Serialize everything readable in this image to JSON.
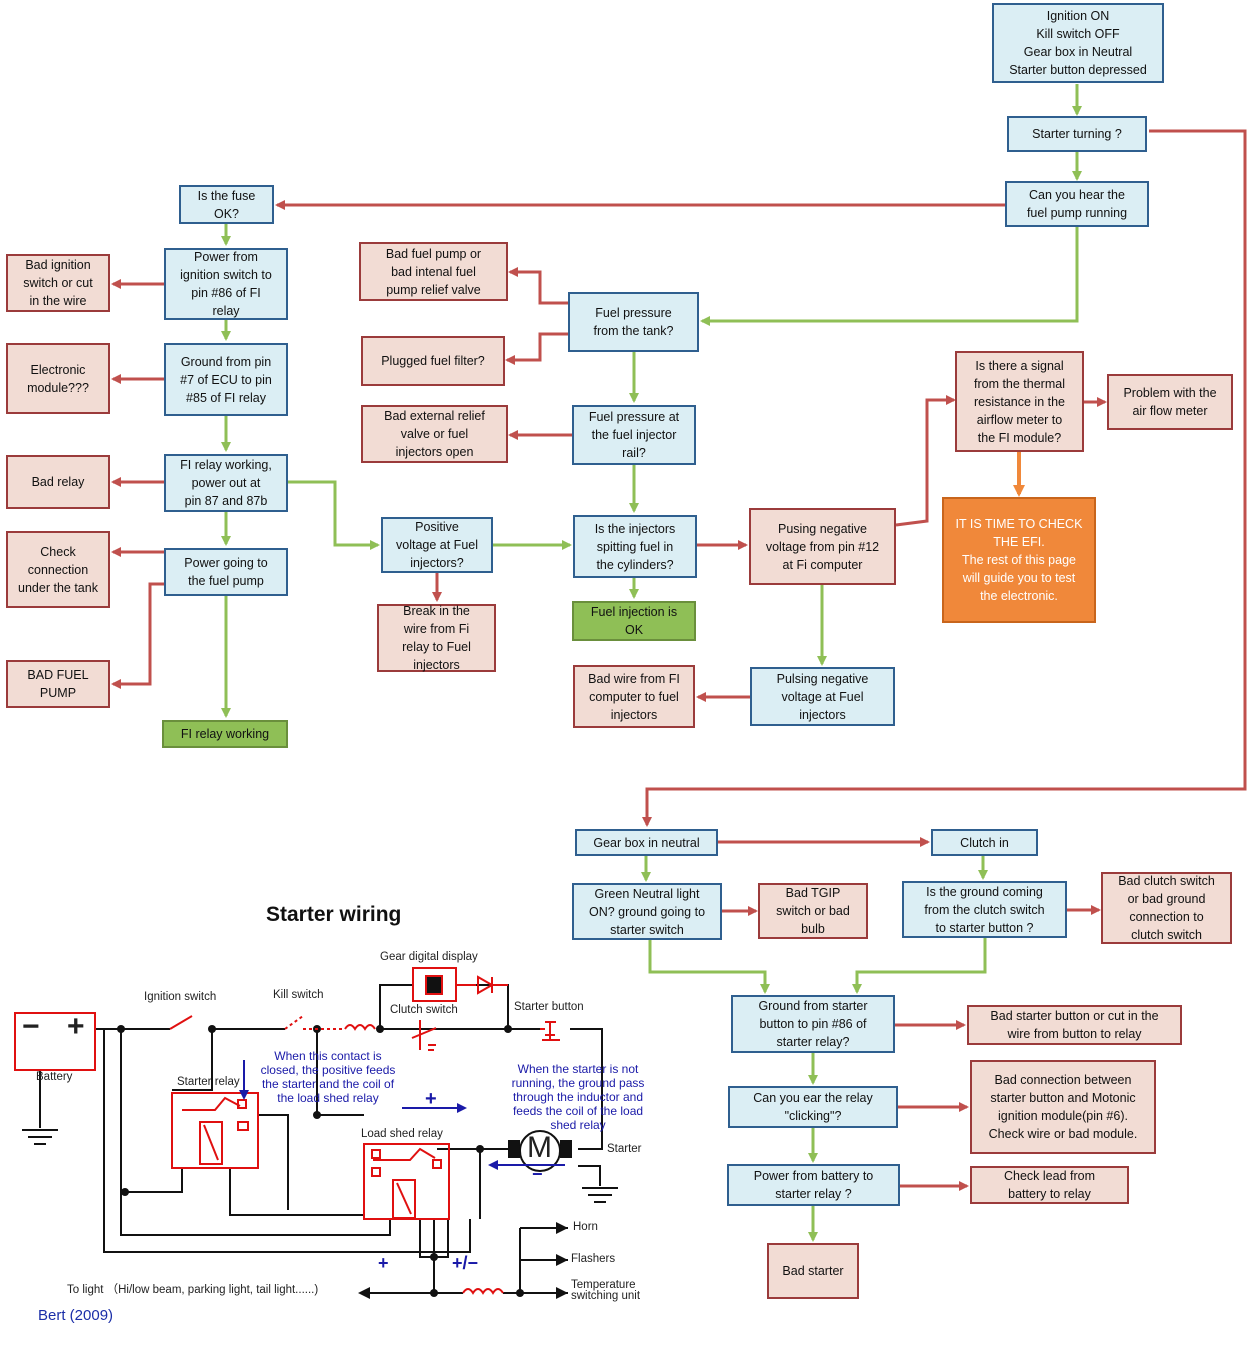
{
  "flowchart": {
    "start": "Ignition ON\nKill switch OFF\nGear box in Neutral\nStarter button depressed",
    "starter_turning": "Starter turning ?",
    "hear_pump": "Can you hear the\nfuel pump running",
    "fuse_ok": "Is the fuse\nOK?",
    "power_ignition": "Power from\nignition switch to\npin #86 of FI\nrelay",
    "bad_ignition": "Bad ignition\nswitch or cut\nin the wire",
    "ground_ecu": "Ground from pin\n#7 of ECU to  pin\n#85 of FI relay",
    "electronic_module": "Electronic\nmodule???",
    "fi_relay_working_q": "FI relay working,\npower out at\npin 87 and 87b",
    "bad_relay": "Bad relay",
    "power_pump": "Power going to\nthe fuel pump",
    "check_connection": "Check\nconnection\nunder the tank",
    "bad_fuel_pump": "BAD FUEL\nPUMP",
    "fi_relay_working": "FI relay working",
    "bad_pump_relief": "Bad fuel pump  or\nbad intenal fuel\npump relief valve",
    "fuel_pressure_tank": "Fuel pressure\nfrom the tank?",
    "plugged_filter": "Plugged fuel filter?",
    "bad_external_relief": "Bad external relief\nvalve or fuel\ninjectors open",
    "fuel_pressure_rail": "Fuel pressure at\nthe fuel injector\nrail?",
    "positive_voltage": "Positive\nvoltage at  Fuel\ninjectors?",
    "break_wire": "Break in the\nwire from Fi\nrelay to Fuel\ninjectors",
    "injectors_spitting": "Is the  injectors\nspitting fuel in\nthe cylinders?",
    "fuel_injection_ok": "Fuel injection is\nOK",
    "pulsing_pin12": "Pusing  negative\nvoltage from pin #12\nat Fi computer",
    "pulsing_injectors": "Pulsing negative\nvoltage at Fuel\ninjectors",
    "bad_wire_fi": "Bad wire from FI\ncomputer to fuel\ninjectors",
    "thermal_signal": "Is there a  signal\nfrom the thermal\nresistance in the\nairflow meter to\nthe FI module?",
    "airflow_problem": "Problem with the\nair flow meter",
    "check_efi": "IT IS TIME TO CHECK\nTHE EFI.\nThe rest of this page\nwill guide you to test\nthe electronic.",
    "gearbox_neutral": "Gear box in neutral",
    "clutch_in": "Clutch in",
    "green_neutral": "Green Neutral light\nON?  ground going to\nstarter switch",
    "bad_tgip": "Bad TGIP\nswitch  or bad\nbulb",
    "ground_clutch": "Is the ground  coming\nfrom the clutch switch\nto starter button ?",
    "bad_clutch": "Bad clutch switch\nor bad ground\nconnection to\nclutch switch",
    "ground_starter_button": "Ground from starter\nbutton to  pin #86 of\nstarter relay?",
    "bad_starter_button": "Bad starter button or cut in the\nwire from button to relay",
    "relay_clicking": "Can you ear the relay\n\"clicking\"?",
    "bad_connection_motonic": "Bad connection between\nstarter button and Motonic\nignition module(pin #6).\nCheck wire or bad module.",
    "power_battery": "Power from battery to\nstarter relay ?",
    "check_lead": "Check lead from\nbattery to  relay",
    "bad_starter": "Bad starter"
  },
  "wiring": {
    "title": "Starter wiring",
    "battery": "Battery",
    "battery_minus": "−",
    "battery_plus": "+",
    "ignition_switch": "Ignition switch",
    "kill_switch": "Kill switch",
    "gear_display": "Gear digital display",
    "clutch_switch": "Clutch switch",
    "starter_button": "Starter button",
    "starter_relay": "Starter relay",
    "load_shed_relay": "Load shed relay",
    "starter": "Starter",
    "motor": "M",
    "horn": "Horn",
    "flashers": "Flashers",
    "temperature": "Temperature\nswitching unit",
    "to_light": "To light  （Hi/low beam, parking light, tail light......)",
    "note_contact": "When this contact is\nclosed, the positive feeds\nthe starter and the coil of\nthe load shed relay",
    "note_starter": "When the starter is not\nrunning, the ground pass\nthrough the inductor and\nfeeds the coil of the load\nshed relay",
    "plus": "+",
    "minus": "−",
    "plus_minus": "+/−",
    "credit": "Bert (2009)"
  },
  "colors": {
    "question_fill": "#dbeef4",
    "fault_fill": "#f2dcd4",
    "ok_fill": "#8fbf56",
    "efi_fill": "#f0883a",
    "yes_arrow": "#8fbf56",
    "no_arrow": "#c0504d",
    "wiring_red": "#e01010"
  }
}
